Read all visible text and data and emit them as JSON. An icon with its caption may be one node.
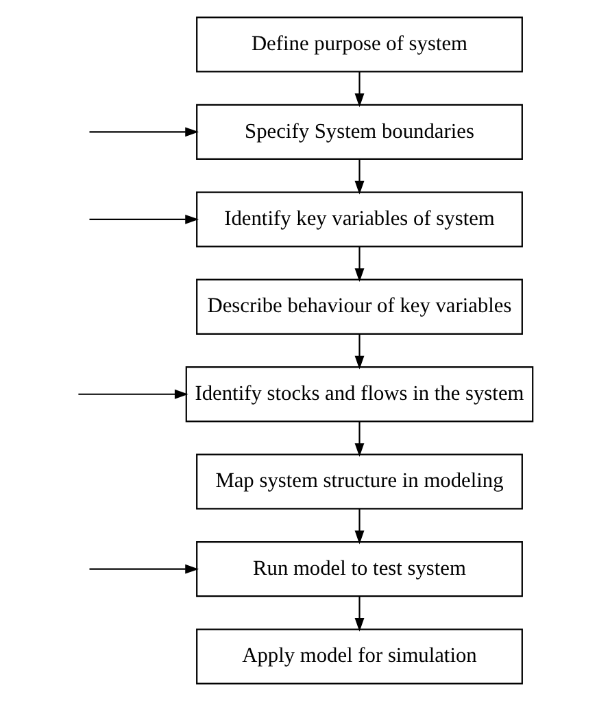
{
  "diagram": {
    "nodes": [
      {
        "text": [
          "Define purpose of system"
        ]
      },
      {
        "text": [
          "Specify System boundaries"
        ]
      },
      {
        "text": [
          "Identify key variables of system"
        ]
      },
      {
        "text": [
          "Describe behaviour of key variables"
        ]
      },
      {
        "text": [
          "Identify stocks and flows in the system"
        ]
      },
      {
        "text": [
          "Map system structure in modeling"
        ]
      },
      {
        "text": [
          "Run model to test system"
        ]
      },
      {
        "text": [
          "Apply model for simulation"
        ]
      }
    ],
    "edges": [
      {
        "from": 0,
        "to": 1,
        "arrow": "to"
      },
      {
        "from": 1,
        "to": 2,
        "arrow": "to"
      },
      {
        "from": 2,
        "to": 3,
        "arrow": "to"
      },
      {
        "from": 3,
        "to": 4,
        "arrow": "to"
      },
      {
        "from": 4,
        "to": 5,
        "arrow": "to"
      },
      {
        "from": 5,
        "to": 6,
        "arrow": "to"
      },
      {
        "from": 6,
        "to": 7,
        "arrow": "to"
      },
      {
        "from": null,
        "to": 1,
        "arrow": "to"
      },
      {
        "from": null,
        "to": 2,
        "arrow": "to"
      },
      {
        "from": null,
        "to": 4,
        "arrow": "to"
      },
      {
        "from": null,
        "to": 6,
        "arrow": "to"
      }
    ]
  }
}
